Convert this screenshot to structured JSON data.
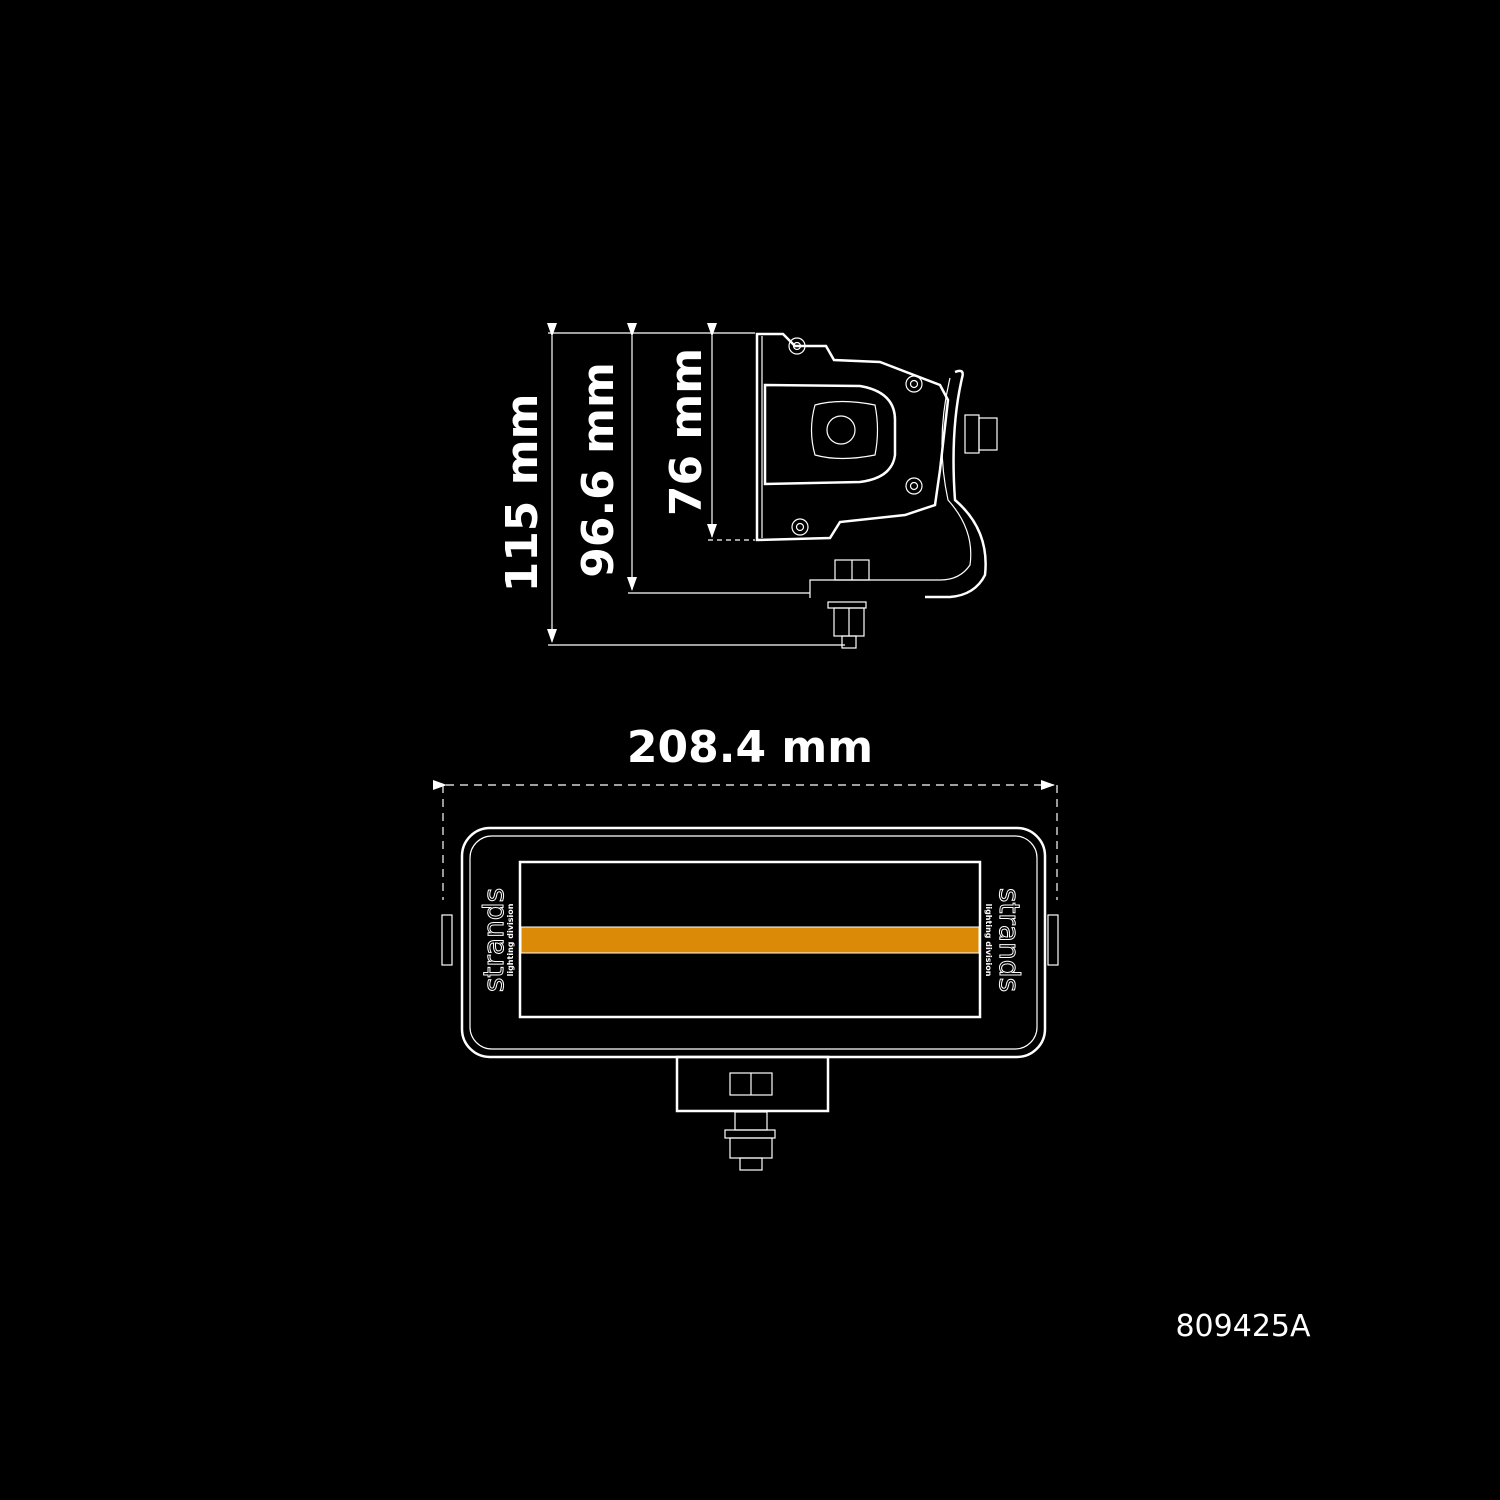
{
  "dimensions": {
    "height_overall": "115 mm",
    "height_body_mount": "96.6 mm",
    "height_body": "76 mm",
    "width": "208.4 mm"
  },
  "logo": {
    "brand": "strands",
    "tagline": "lighting division"
  },
  "part_number": "809425A",
  "colors": {
    "background": "#000000",
    "line": "#ffffff",
    "lens_amber": "#db8a07"
  }
}
